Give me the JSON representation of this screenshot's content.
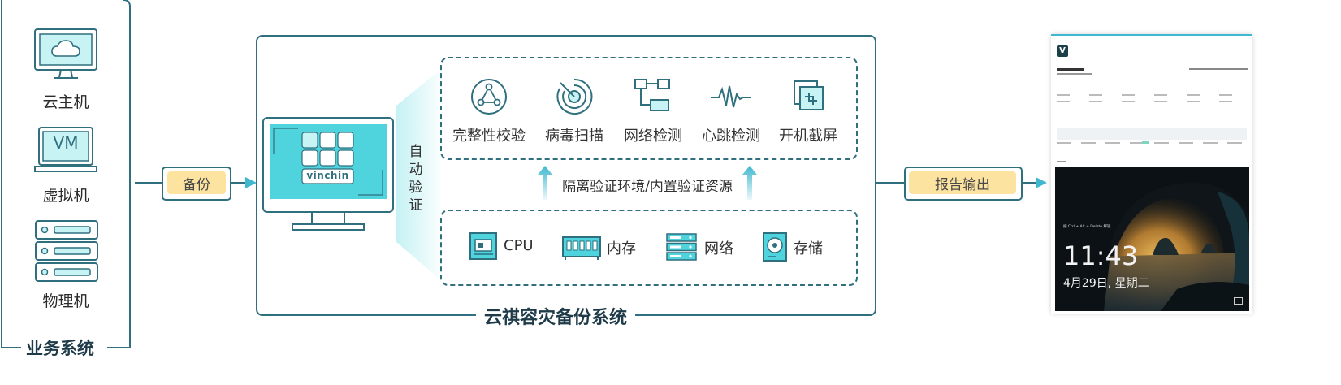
{
  "business": {
    "title": "业务系统",
    "items": [
      {
        "label": "云主机",
        "icon": "cloud-monitor-icon"
      },
      {
        "label": "虚拟机",
        "icon": "vm-laptop-icon",
        "badge": "VM"
      },
      {
        "label": "物理机",
        "icon": "server-rack-icon"
      }
    ]
  },
  "backup_arrow": {
    "label": "备份"
  },
  "system": {
    "title": "云祺容灾备份系统",
    "brand": "vinchin",
    "auto_verify": [
      "自",
      "动",
      "验",
      "证"
    ],
    "functions": [
      {
        "label": "完整性校验",
        "icon": "integrity-check-icon"
      },
      {
        "label": "病毒扫描",
        "icon": "virus-scan-icon"
      },
      {
        "label": "网络检测",
        "icon": "network-detect-icon"
      },
      {
        "label": "心跳检测",
        "icon": "heartbeat-icon"
      },
      {
        "label": "开机截屏",
        "icon": "screenshot-crop-icon"
      }
    ],
    "isolation_text": "隔离验证环境/内置验证资源",
    "resources": [
      {
        "label": "CPU",
        "icon": "cpu-icon"
      },
      {
        "label": "内存",
        "icon": "memory-icon"
      },
      {
        "label": "网络",
        "icon": "network-server-icon"
      },
      {
        "label": "存储",
        "icon": "storage-disk-icon"
      }
    ]
  },
  "report_arrow": {
    "label": "报告输出"
  },
  "report": {
    "logo": "V",
    "lock_time": "11:43",
    "lock_date": "4月29日, 星期二",
    "lock_hint": "按 Ctrl + Alt + Delete 解锁"
  },
  "colors": {
    "accent": "#2f6f7e",
    "teal": "#4fd3dc",
    "pill": "#fde3a0",
    "arrow": "#3fb8cf"
  }
}
